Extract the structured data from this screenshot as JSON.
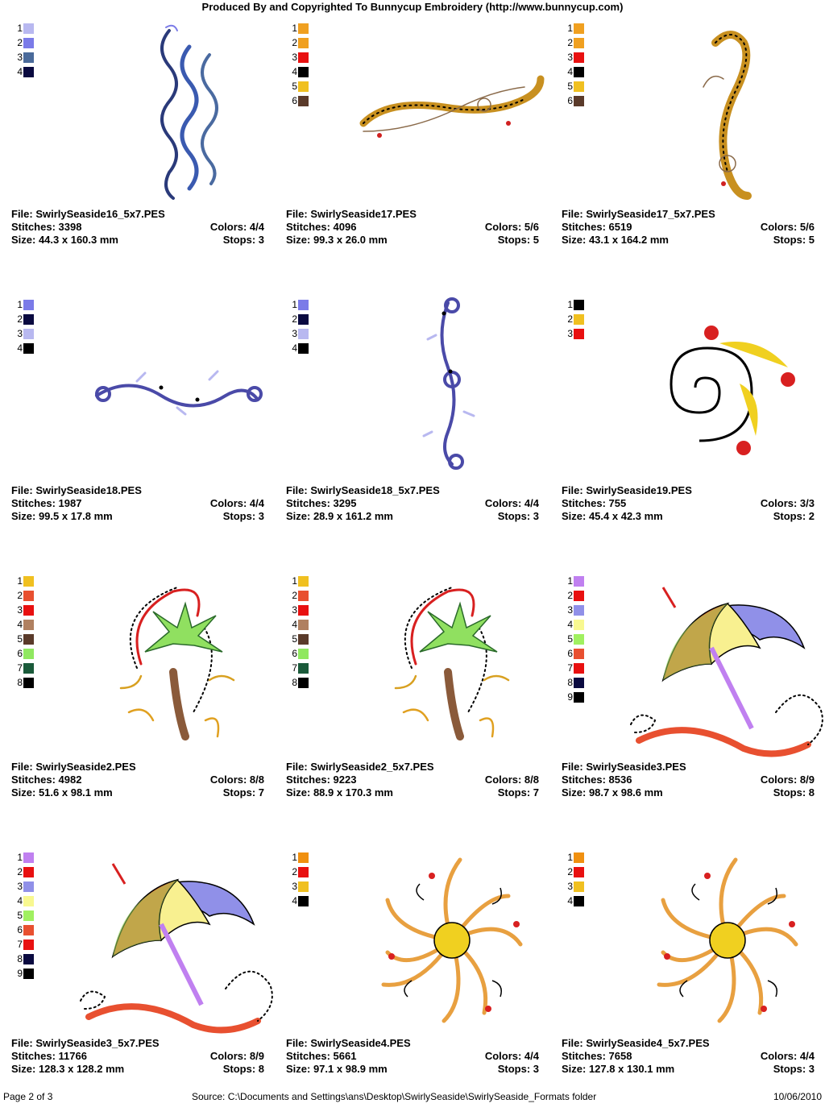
{
  "header": "Produced By and Copyrighted To Bunnycup Embroidery (http://www.bunnycup.com)",
  "labels": {
    "file": "File:",
    "stitches": "Stitches:",
    "size": "Size:",
    "colors": "Colors:",
    "stops": "Stops:"
  },
  "designs": [
    {
      "file": "SwirlySeaside16_5x7.PES",
      "stitches": "3398",
      "size": "44.3 x 160.3 mm",
      "colors": "4/4",
      "stops": "3",
      "art": "waves-v",
      "swatches": [
        "#b8b8f0",
        "#7b7be8",
        "#4a6a9a",
        "#0a0a40"
      ]
    },
    {
      "file": "SwirlySeaside17.PES",
      "stitches": "4096",
      "size": "99.3 x 26.0 mm",
      "colors": "5/6",
      "stops": "5",
      "art": "scroll-h",
      "swatches": [
        "#f0a020",
        "#f0a020",
        "#e81010",
        "#000000",
        "#f0c020",
        "#5a3a2a"
      ]
    },
    {
      "file": "SwirlySeaside17_5x7.PES",
      "stitches": "6519",
      "size": "43.1 x 164.2 mm",
      "colors": "5/6",
      "stops": "5",
      "art": "scroll-v",
      "swatches": [
        "#f0a020",
        "#f0a020",
        "#e81010",
        "#000000",
        "#f0c020",
        "#5a3a2a"
      ]
    },
    {
      "file": "SwirlySeaside18.PES",
      "stitches": "1987",
      "size": "99.5 x 17.8 mm",
      "colors": "4/4",
      "stops": "3",
      "art": "swirl-h",
      "swatches": [
        "#7b7be8",
        "#0a0a40",
        "#b8b8f0",
        "#000000"
      ]
    },
    {
      "file": "SwirlySeaside18_5x7.PES",
      "stitches": "3295",
      "size": "28.9 x 161.2 mm",
      "colors": "4/4",
      "stops": "3",
      "art": "swirl-v",
      "swatches": [
        "#7b7be8",
        "#0a0a40",
        "#b8b8f0",
        "#000000"
      ]
    },
    {
      "file": "SwirlySeaside19.PES",
      "stitches": "755",
      "size": "45.4 x 42.3 mm",
      "colors": "3/3",
      "stops": "2",
      "art": "spiral",
      "swatches": [
        "#000000",
        "#f0c020",
        "#e81010"
      ]
    },
    {
      "file": "SwirlySeaside2.PES",
      "stitches": "4982",
      "size": "51.6 x 98.1 mm",
      "colors": "8/8",
      "stops": "7",
      "art": "palm",
      "swatches": [
        "#f0c020",
        "#e85030",
        "#e81010",
        "#b08060",
        "#5a3a2a",
        "#90e860",
        "#1a5a3a",
        "#000000"
      ]
    },
    {
      "file": "SwirlySeaside2_5x7.PES",
      "stitches": "9223",
      "size": "88.9 x 170.3 mm",
      "colors": "8/8",
      "stops": "7",
      "art": "palm",
      "swatches": [
        "#f0c020",
        "#e85030",
        "#e81010",
        "#b08060",
        "#5a3a2a",
        "#90e860",
        "#1a5a3a",
        "#000000"
      ]
    },
    {
      "file": "SwirlySeaside3.PES",
      "stitches": "8536",
      "size": "98.7 x 98.6 mm",
      "colors": "8/9",
      "stops": "8",
      "art": "umbrella",
      "swatches": [
        "#c080f0",
        "#e81010",
        "#9090e8",
        "#f8f890",
        "#a0f060",
        "#e85030",
        "#e81010",
        "#0a0a40",
        "#000000"
      ]
    },
    {
      "file": "SwirlySeaside3_5x7.PES",
      "stitches": "11766",
      "size": "128.3 x 128.2 mm",
      "colors": "8/9",
      "stops": "8",
      "art": "umbrella",
      "swatches": [
        "#c080f0",
        "#e81010",
        "#9090e8",
        "#f8f890",
        "#a0f060",
        "#e85030",
        "#e81010",
        "#0a0a40",
        "#000000"
      ]
    },
    {
      "file": "SwirlySeaside4.PES",
      "stitches": "5661",
      "size": "97.1 x 98.9 mm",
      "colors": "4/4",
      "stops": "3",
      "art": "sun",
      "swatches": [
        "#f09010",
        "#e81010",
        "#f0c020",
        "#000000"
      ]
    },
    {
      "file": "SwirlySeaside4_5x7.PES",
      "stitches": "7658",
      "size": "127.8 x 130.1 mm",
      "colors": "4/4",
      "stops": "3",
      "art": "sun",
      "swatches": [
        "#f09010",
        "#e81010",
        "#f0c020",
        "#000000"
      ]
    }
  ],
  "footer": {
    "page": "Page 2 of 3",
    "source": "Source: C:\\Documents and Settings\\ans\\Desktop\\SwirlySeaside\\SwirlySeaside_Formats folder",
    "date": "10/06/2010"
  }
}
